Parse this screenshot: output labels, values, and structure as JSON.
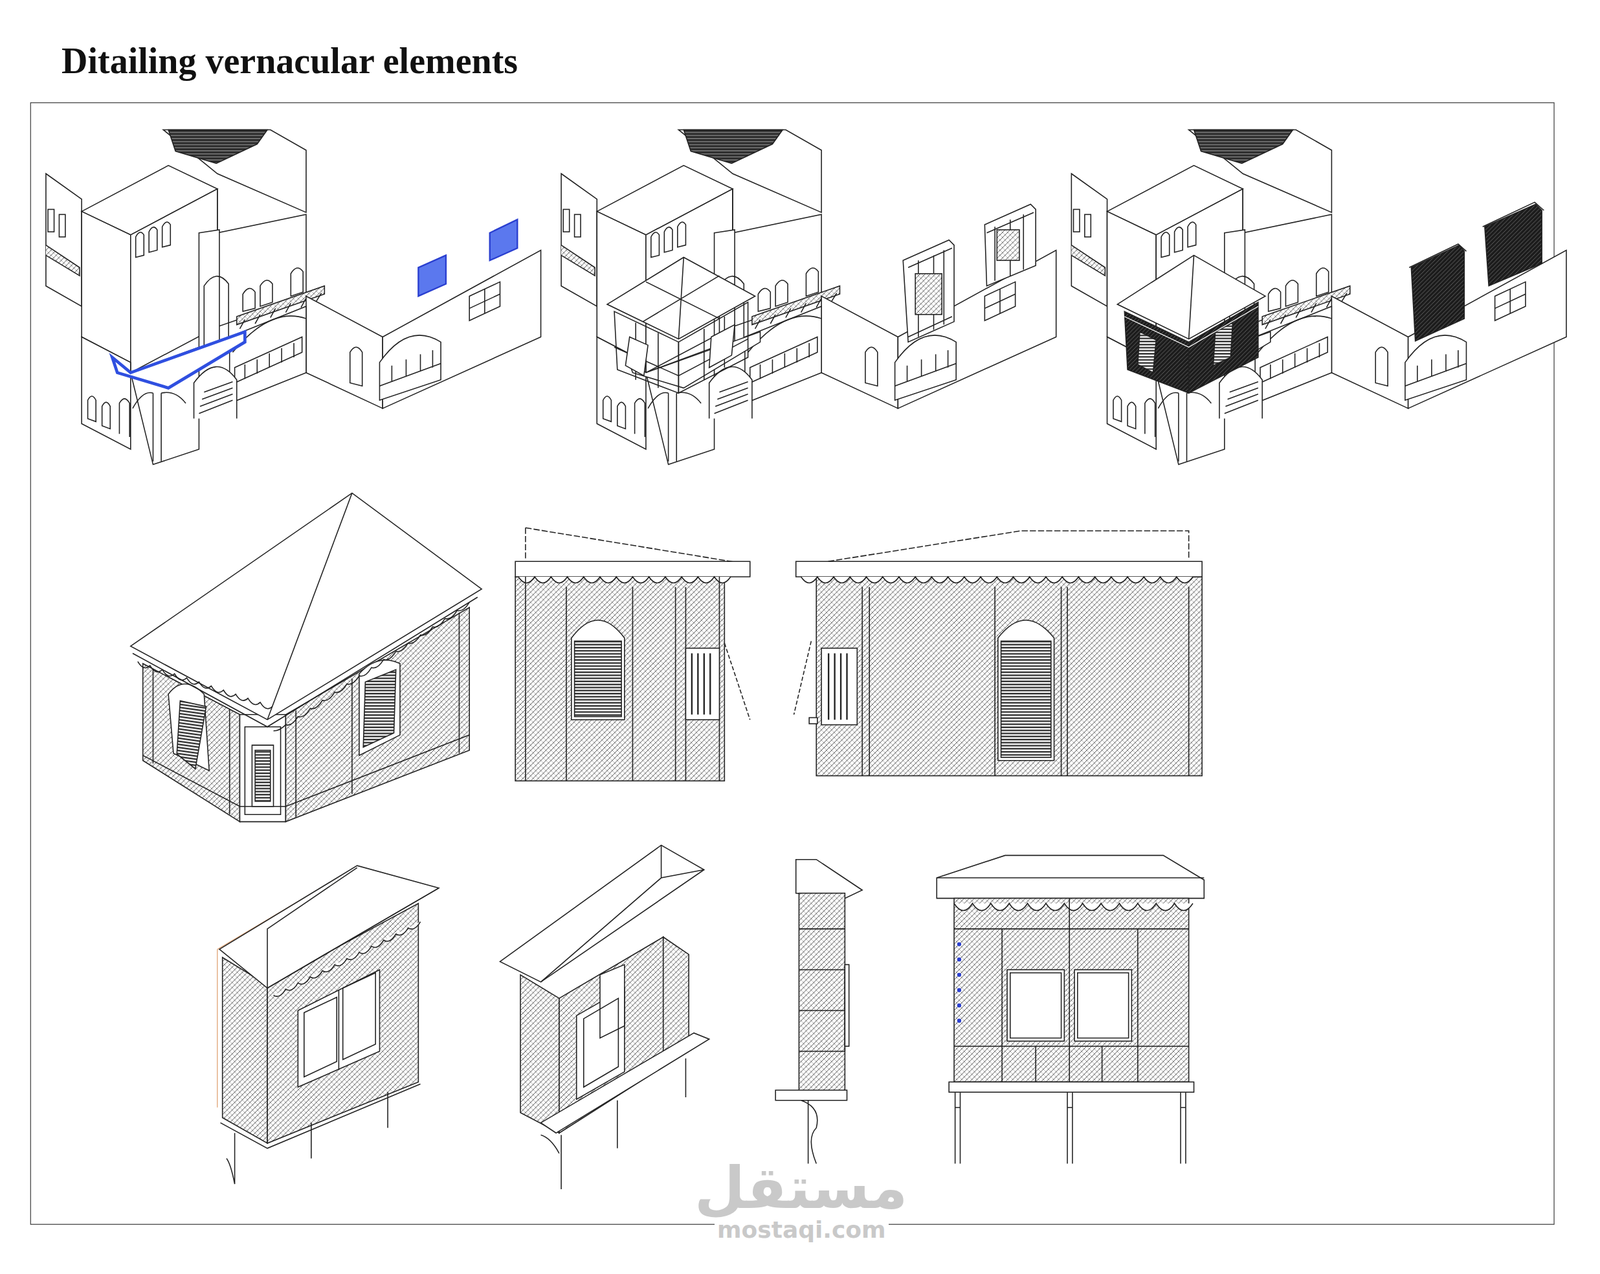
{
  "diagram": {
    "title": "Ditailing vernacular elements",
    "labels": [
      "مستقل",
      "mostaqi.com"
    ]
  }
}
